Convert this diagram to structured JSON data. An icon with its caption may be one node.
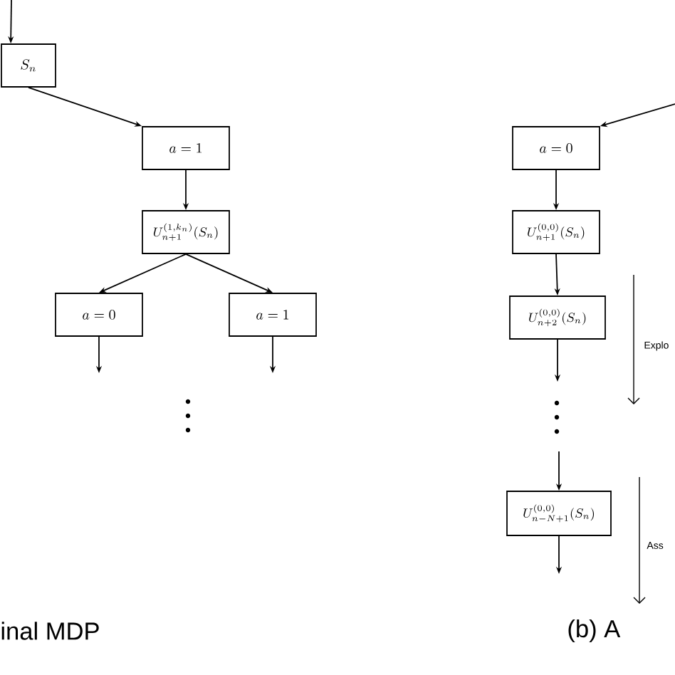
{
  "diagram": {
    "nodes": [
      {
        "text": [
          "S_n"
        ]
      },
      {
        "text": [
          "a = 1"
        ]
      },
      {
        "text": [
          "U^{(1,k_n)}_{n+1}(S_n)"
        ]
      },
      {
        "text": [
          "a = 0"
        ]
      },
      {
        "text": [
          "a = 1"
        ]
      },
      {
        "text": [
          "a = 0"
        ]
      },
      {
        "text": [
          "U^{(0,0)}_{n+1}(S_n)"
        ]
      },
      {
        "text": [
          "U^{(0,0)}_{n+2}(S_n)"
        ]
      },
      {
        "text": [
          "U^{(0,0)}_{n-N+1}(S_n)"
        ]
      }
    ],
    "edges": [
      {
        "from": null,
        "to": 0,
        "arrow": "to"
      },
      {
        "from": 0,
        "to": 1,
        "arrow": "to"
      },
      {
        "from": 1,
        "to": 2,
        "arrow": "to"
      },
      {
        "from": 2,
        "to": 3,
        "arrow": "to"
      },
      {
        "from": 2,
        "to": 4,
        "arrow": "to"
      },
      {
        "from": 3,
        "to": null,
        "arrow": "to"
      },
      {
        "from": 4,
        "to": null,
        "arrow": "to"
      },
      {
        "from": null,
        "to": 5,
        "arrow": "to"
      },
      {
        "from": 5,
        "to": 6,
        "arrow": "to"
      },
      {
        "from": 6,
        "to": 7,
        "arrow": "to"
      },
      {
        "from": 7,
        "to": null,
        "arrow": "to"
      },
      {
        "from": null,
        "to": 8,
        "arrow": "to"
      },
      {
        "from": 8,
        "to": null,
        "arrow": "to"
      }
    ],
    "labels": [
      "Explo",
      "Ass",
      "inal MDP",
      "(b) A"
    ]
  }
}
